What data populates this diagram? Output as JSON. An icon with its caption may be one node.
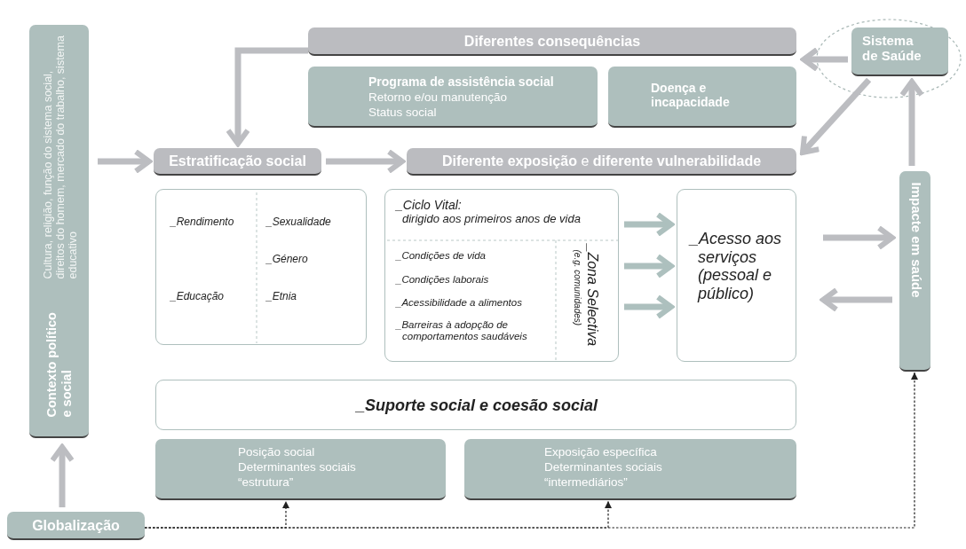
{
  "diagram": {
    "nodes": [
      {
        "text": [
          "Contexto político e social",
          "Cultura, religião, função do sistema social, direitos do homem, mercado do trabalho, sistema educativo"
        ]
      },
      {
        "text": [
          "Globalização"
        ]
      },
      {
        "text": [
          "Diferentes consequências"
        ]
      },
      {
        "text": [
          "Programa de assistência social",
          "Retorno e/ou manutenção",
          "Status social"
        ]
      },
      {
        "text": [
          "Doença e incapacidade"
        ]
      },
      {
        "text": [
          "Sistema de Saúde"
        ]
      },
      {
        "text": [
          "Estratificação social"
        ]
      },
      {
        "text": [
          "**Diferente exposição** e **diferente vulnerabilidade**"
        ]
      },
      {
        "text": [
          "_Rendimento",
          "_Sexualidade",
          "_Género",
          "_Educação",
          "_Etnia"
        ]
      },
      {
        "text": [
          "_Ciclo Vital:",
          "dirigido aos primeiros anos de vida",
          "_Condições de vida",
          "_Condições laborais",
          "_Acessibilidade a alimentos",
          "_Barreiras à adopção de comportamentos saudáveis",
          "_Zona Selectiva",
          "(e.g. comunidades)"
        ]
      },
      {
        "text": [
          "_Acesso aos serviços (pessoal e público)"
        ]
      },
      {
        "text": [
          "Impacte em saúde"
        ]
      },
      {
        "text": [
          "_Suporte social e coesão social"
        ]
      },
      {
        "text": [
          "Posição social",
          "Determinantes sociais",
          "“estrutura”"
        ]
      },
      {
        "text": [
          "Exposição específica",
          "Determinantes sociais",
          "“intermediários”"
        ]
      }
    ],
    "edges": [
      {
        "from": 0,
        "to": 6,
        "arrow": "to"
      },
      {
        "from": 1,
        "to": 0,
        "arrow": "to"
      },
      {
        "from": 6,
        "to": 7,
        "arrow": "to"
      },
      {
        "from": 2,
        "to": 6,
        "arrow": "to"
      },
      {
        "from": 5,
        "to": 2,
        "arrow": "to"
      },
      {
        "from": 5,
        "to": 7,
        "arrow": "to"
      },
      {
        "from": 11,
        "to": 5,
        "arrow": "to"
      },
      {
        "from": 9,
        "to": 10,
        "arrow": "to",
        "color": "#adc0be"
      },
      {
        "from": 9,
        "to": 10,
        "arrow": "to",
        "color": "#adc0be"
      },
      {
        "from": 9,
        "to": 10,
        "arrow": "to",
        "color": "#adc0be"
      },
      {
        "from": 10,
        "to": 11,
        "arrow": "to"
      },
      {
        "from": 11,
        "to": 10,
        "arrow": "to"
      },
      {
        "from": 1,
        "to": 13,
        "arrow": "to",
        "style": "dashed",
        "color": "#222222"
      },
      {
        "from": 1,
        "to": 14,
        "arrow": "to",
        "style": "dashed",
        "color": "#222222"
      },
      {
        "from": 1,
        "to": 11,
        "arrow": "to",
        "style": "dashed",
        "color": "#222222"
      }
    ]
  }
}
